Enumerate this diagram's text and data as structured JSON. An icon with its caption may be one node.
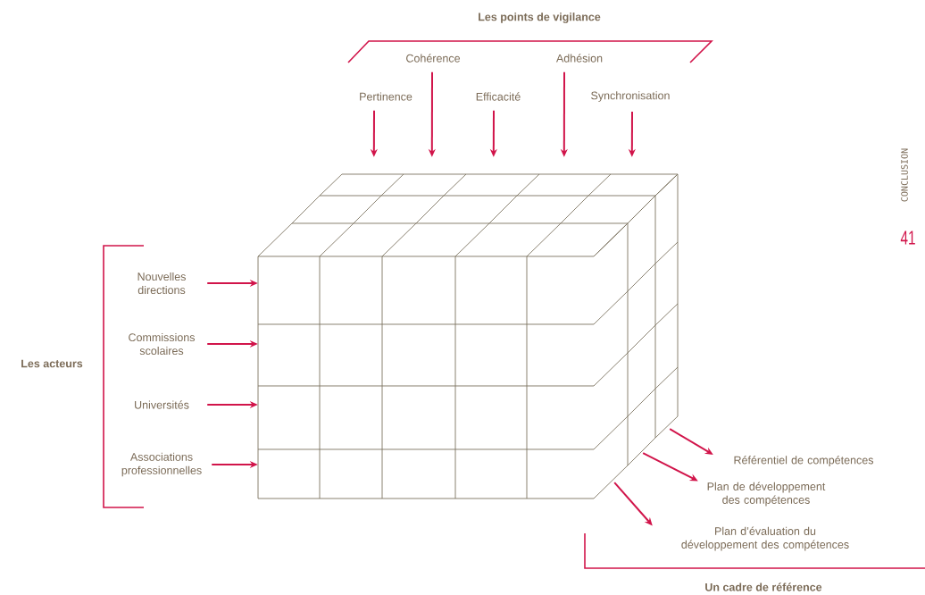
{
  "diagram": {
    "nodes": [
      {
        "text": [
          "Pertinence"
        ]
      },
      {
        "text": [
          "Cohérence"
        ]
      },
      {
        "text": [
          "Efficacité"
        ]
      },
      {
        "text": [
          "Adhésion"
        ]
      },
      {
        "text": [
          "Synchronisation"
        ]
      },
      {
        "text": [
          "Nouvelles directions"
        ]
      },
      {
        "text": [
          "Commissions scolaires"
        ]
      },
      {
        "text": [
          "Universités"
        ]
      },
      {
        "text": [
          "Associations professionnelles"
        ]
      },
      {
        "text": [],
        "shape": "picture"
      },
      {
        "text": [
          "Référentiel de compétences"
        ]
      },
      {
        "text": [
          "Plan de développement des compétences"
        ]
      },
      {
        "text": [
          "Plan d’évaluation du développement des compétences"
        ]
      }
    ],
    "edges": [
      {
        "from": 0,
        "to": 9,
        "arrow": "to"
      },
      {
        "from": 1,
        "to": 9,
        "arrow": "to"
      },
      {
        "from": 2,
        "to": 9,
        "arrow": "to"
      },
      {
        "from": 3,
        "to": 9,
        "arrow": "to"
      },
      {
        "from": 4,
        "to": 9,
        "arrow": "to"
      },
      {
        "from": 5,
        "to": 9,
        "arrow": "to"
      },
      {
        "from": 6,
        "to": 9,
        "arrow": "to"
      },
      {
        "from": 7,
        "to": 9,
        "arrow": "to"
      },
      {
        "from": 8,
        "to": 9,
        "arrow": "to"
      },
      {
        "from": 9,
        "to": 10,
        "arrow": "to"
      },
      {
        "from": 9,
        "to": 11,
        "arrow": "to"
      },
      {
        "from": 9,
        "to": 12,
        "arrow": "to"
      }
    ],
    "labels": [
      "Les points de vigilance",
      "CONCLUSION",
      "41",
      "Les acteurs",
      "Un cadre de référence"
    ]
  }
}
